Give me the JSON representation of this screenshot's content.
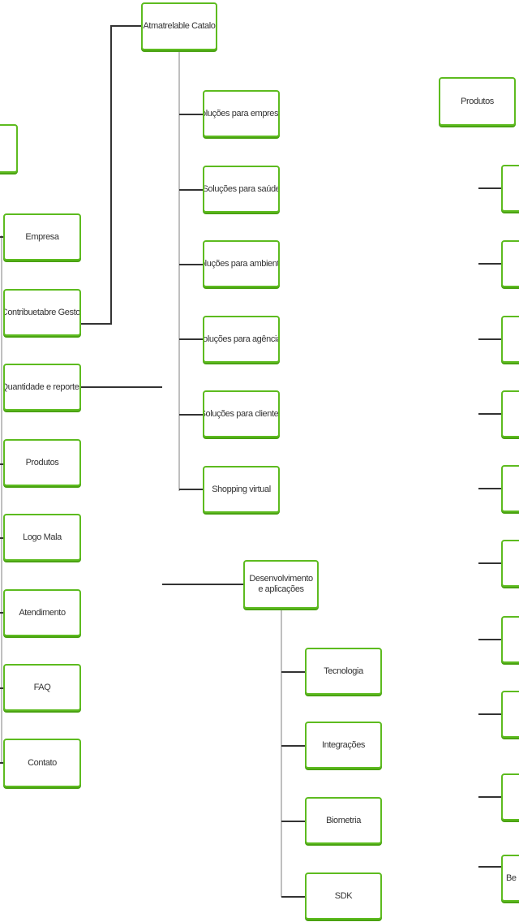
{
  "colors": {
    "node_border": "#5dbb1f",
    "line": "#333333",
    "line_light": "#aaaaaa"
  },
  "top": {
    "label": "Atmatrelable Catalo"
  },
  "left_column": [
    {
      "label": "Empresa"
    },
    {
      "label": "Contribuetabre Gestor"
    },
    {
      "label": "Quantidade e reportes"
    },
    {
      "label": "Produtos"
    },
    {
      "label": "Logo Mala"
    },
    {
      "label": "Atendimento"
    },
    {
      "label": "FAQ"
    },
    {
      "label": "Contato"
    }
  ],
  "middle_column": [
    {
      "label": "Soluções para empresas"
    },
    {
      "label": "Soluções para saúde"
    },
    {
      "label": "Soluções para ambientes"
    },
    {
      "label": "Soluções para agências"
    },
    {
      "label": "Soluções para clientes"
    },
    {
      "label": "Shopping virtual"
    }
  ],
  "lower_group": {
    "label": "Desenvolvimento e aplicações",
    "children": [
      {
        "label": "Tecnologia"
      },
      {
        "label": "Integrações"
      },
      {
        "label": "Biometria"
      },
      {
        "label": "SDK"
      }
    ]
  },
  "right": {
    "label": "Produtos",
    "partial_label": "Be"
  }
}
